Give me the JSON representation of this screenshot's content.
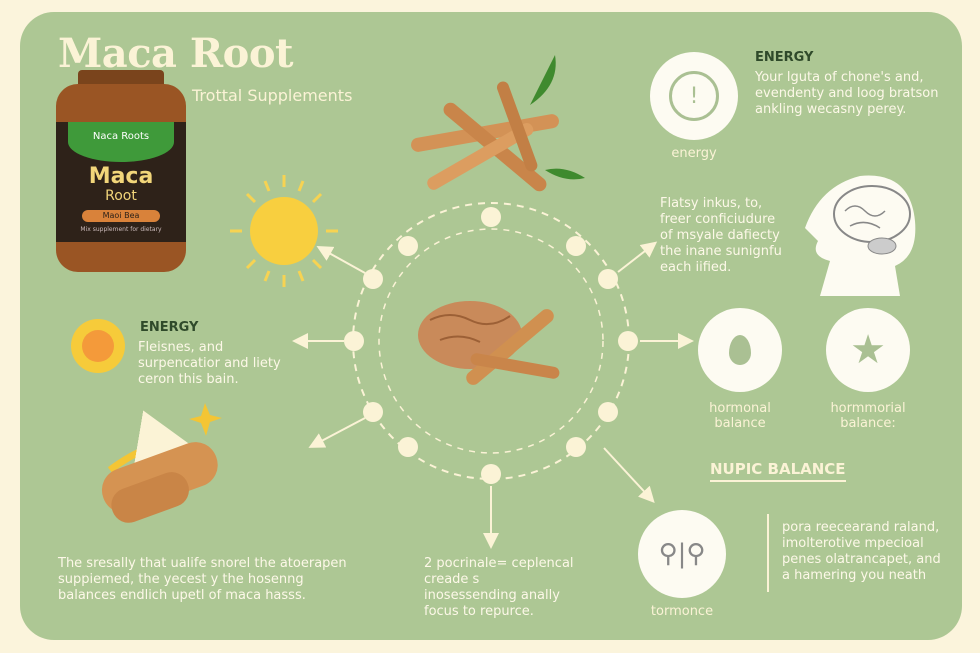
{
  "header": {
    "title": "Maca Root",
    "subtitle": "Trottal Supplements"
  },
  "jar": {
    "brand": "Naca Roots",
    "name_line1": "Maca",
    "name_line2": "Root",
    "badge": "Maoi Bea",
    "tagline": "Mix supplement for dietary",
    "colors": {
      "jar": "#9a5524",
      "label": "#2e2219",
      "brand_band": "#3f9a3a",
      "text": "#f2d67a",
      "badge": "#d9823a"
    }
  },
  "energy_top": {
    "heading": "ENERGY",
    "text": "Your lguta of chone's and, evendenty and loog bratson ankling wecasny perey.",
    "icon_caption": "energy",
    "icon": "alert-burst-icon"
  },
  "brain_text": "Flatsy inkus, to, freer conficiudure of msyale dafiecty the inane sunignfu each iified.",
  "energy_left": {
    "heading": "ENERGY",
    "text": "Fleisnes, and surpencatior and liety ceron this bain.",
    "icon": "sun-icon"
  },
  "hormonal": [
    {
      "caption": "hormonal balance",
      "icon": "droplets-icon"
    },
    {
      "caption": "hormmorial balance:",
      "icon": "star-icon"
    }
  ],
  "nupic": {
    "heading": "NUPIC BALANCE",
    "text": "pora reecearand raland, imolterotive mpecioal penes olatrancapet, and a hamering you neath",
    "icon_caption": "tormonce",
    "icon": "people-icon"
  },
  "bottom_left_text": "The sresally that ualife snorel the atoerapen suppiemed, the yecest y the hosenng balances endlich upetl of maca hasss.",
  "bottom_center_text": "2 pocrinale= ceplencal creade s inosessending anally focus to repurce.",
  "colors": {
    "background": "#fbf4dc",
    "panel": "#adc794",
    "text_light": "#fbf3d6",
    "heading_dark": "#2f4a2a",
    "sun": "#f7c93a",
    "root": "#c98a4e"
  }
}
